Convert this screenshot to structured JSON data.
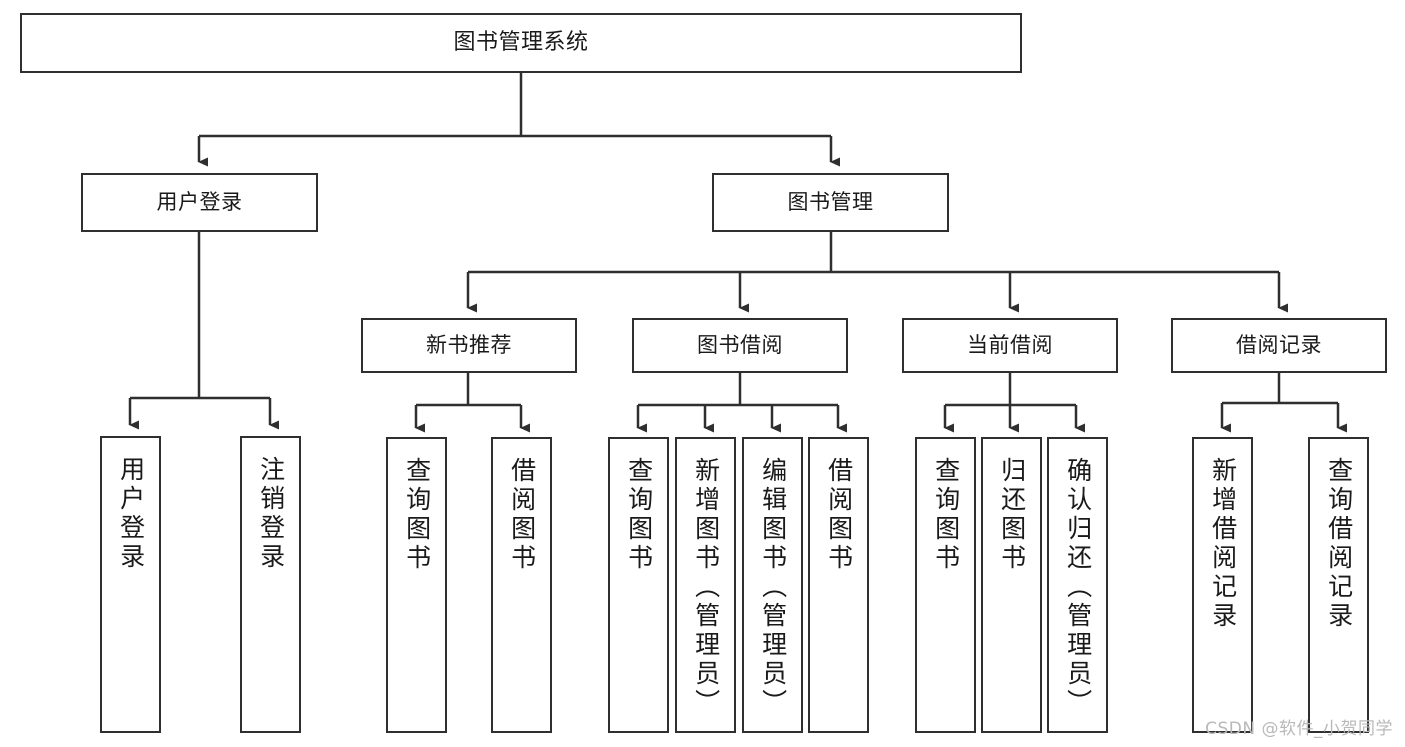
{
  "diagram": {
    "type": "hierarchy-tree",
    "title": "图书管理系统",
    "orientation": "top-down",
    "colors": {
      "box_border": "#2f2f2f",
      "box_fill": "#ffffff",
      "connector": "#2f2f2f",
      "text": "#1a1a1a",
      "watermark": "#b9b9b9",
      "background": "#ffffff"
    },
    "root": {
      "label": "图书管理系统"
    },
    "level2": [
      {
        "id": "user-login",
        "label": "用户登录"
      },
      {
        "id": "book-manage",
        "label": "图书管理"
      }
    ],
    "level3": [
      {
        "id": "new-book-recommend",
        "label": "新书推荐",
        "parent": "book-manage"
      },
      {
        "id": "book-borrow",
        "label": "图书借阅",
        "parent": "book-manage"
      },
      {
        "id": "current-borrow",
        "label": "当前借阅",
        "parent": "book-manage"
      },
      {
        "id": "borrow-record",
        "label": "借阅记录",
        "parent": "book-manage"
      }
    ],
    "leaves": {
      "user_login": [
        {
          "id": "leaf-user-login",
          "label": "用户登录"
        },
        {
          "id": "leaf-logout",
          "label": "注销登录"
        }
      ],
      "new_book_recommend": [
        {
          "id": "leaf-query-book-1",
          "label": "查询图书"
        },
        {
          "id": "leaf-borrow-book-1",
          "label": "借阅图书"
        }
      ],
      "book_borrow": [
        {
          "id": "leaf-query-book-2",
          "label": "查询图书"
        },
        {
          "id": "leaf-add-book",
          "label": "新增图书（管理员）"
        },
        {
          "id": "leaf-edit-book",
          "label": "编辑图书（管理员）"
        },
        {
          "id": "leaf-borrow-book-2",
          "label": "借阅图书"
        }
      ],
      "current_borrow": [
        {
          "id": "leaf-query-book-3",
          "label": "查询图书"
        },
        {
          "id": "leaf-return-book",
          "label": "归还图书"
        },
        {
          "id": "leaf-confirm-return",
          "label": "确认归还（管理员）"
        }
      ],
      "borrow_record": [
        {
          "id": "leaf-add-record",
          "label": "新增借阅记录"
        },
        {
          "id": "leaf-query-record",
          "label": "查询借阅记录"
        }
      ]
    }
  },
  "watermark": {
    "text": "CSDN @软件_小贺同学"
  }
}
